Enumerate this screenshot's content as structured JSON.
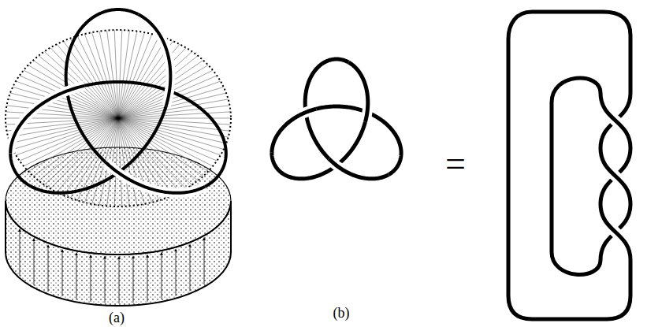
{
  "diagram": {
    "labels": [
      "(a)",
      "(b)",
      "="
    ]
  }
}
